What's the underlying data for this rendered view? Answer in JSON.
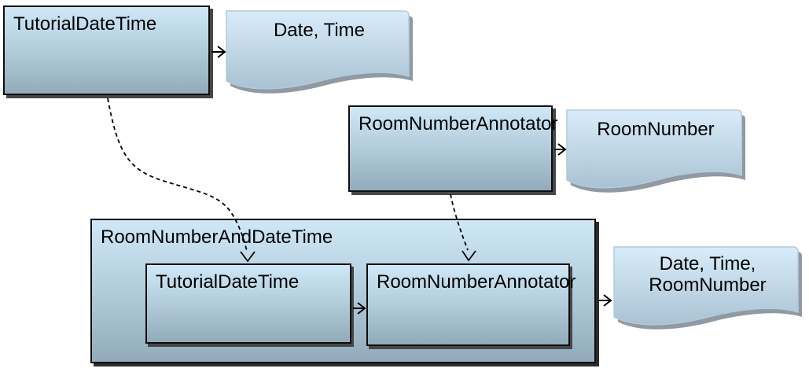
{
  "nodes": {
    "tutorial": {
      "label": "TutorialDateTime",
      "output": "Date, Time"
    },
    "room_number": {
      "label": "RoomNumberAnnotator",
      "output": "RoomNumber"
    },
    "aggregate": {
      "label": "RoomNumberAndDateTime",
      "components": [
        {
          "label": "TutorialDateTime"
        },
        {
          "label": "RoomNumberAnnotator"
        }
      ],
      "output": "Date, Time,\nRoomNumber"
    }
  },
  "colors": {
    "box_gradient_top": "#cfe8f8",
    "box_gradient_bottom": "#92abbb",
    "doc_gradient_top": "#d8ecfb",
    "doc_gradient_bottom": "#a9c2d3",
    "box_border": "#0e0e0e",
    "box_shadow": "#474747",
    "doc_shadow": "#8f9aa4",
    "connector": "#000000",
    "background": "#ffffff"
  }
}
